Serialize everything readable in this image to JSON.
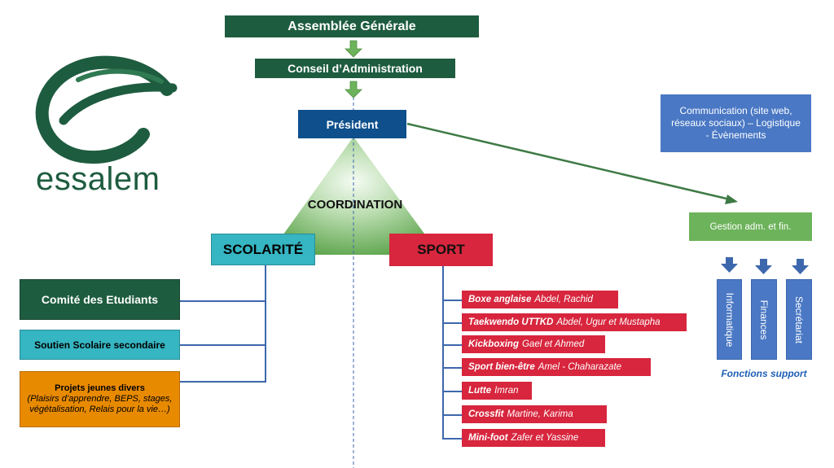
{
  "logo": {
    "text": "essalem"
  },
  "governance": {
    "assemblee": "Assemblée Générale",
    "conseil": "Conseil d’Administration",
    "president": "Président",
    "coordination": "COORDINATION"
  },
  "scolarite": {
    "title": "SCOLARITÉ",
    "items": [
      {
        "title": "Comité des Etudiants"
      },
      {
        "title": "Soutien Scolaire secondaire"
      },
      {
        "title": "Projets jeunes divers",
        "detail": "(Plaisirs d’apprendre, BEPS, stages, végétalisation, Relais pour la vie…)"
      }
    ]
  },
  "sport": {
    "title": "SPORT",
    "items": [
      {
        "name": "Boxe anglaise",
        "people": "Abdel, Rachid"
      },
      {
        "name": "Taekwendo UTTKD",
        "people": "Abdel, Ugur et Mustapha"
      },
      {
        "name": "Kickboxing",
        "people": "Gael et Ahmed"
      },
      {
        "name": "Sport bien-être",
        "people": "Amel - Chaharazate"
      },
      {
        "name": "Lutte",
        "people": "Imran"
      },
      {
        "name": "Crossfit",
        "people": "Martine, Karima"
      },
      {
        "name": "Mini-foot",
        "people": "Zafer et Yassine"
      }
    ]
  },
  "support": {
    "communication": "Communication (site web, réseaux sociaux) – Logistique - Évènements",
    "gestion": "Gestion adm. et fin.",
    "units": [
      "Informatique",
      "Finances",
      "Secrétariat"
    ],
    "caption": "Fonctions support"
  },
  "colors": {
    "dark_green": "#1e5c3f",
    "navy": "#0e4f8c",
    "blue": "#4a78c4",
    "teal": "#36b5c2",
    "red": "#d7263d",
    "orange": "#e88a00",
    "light_green": "#6db35b"
  }
}
